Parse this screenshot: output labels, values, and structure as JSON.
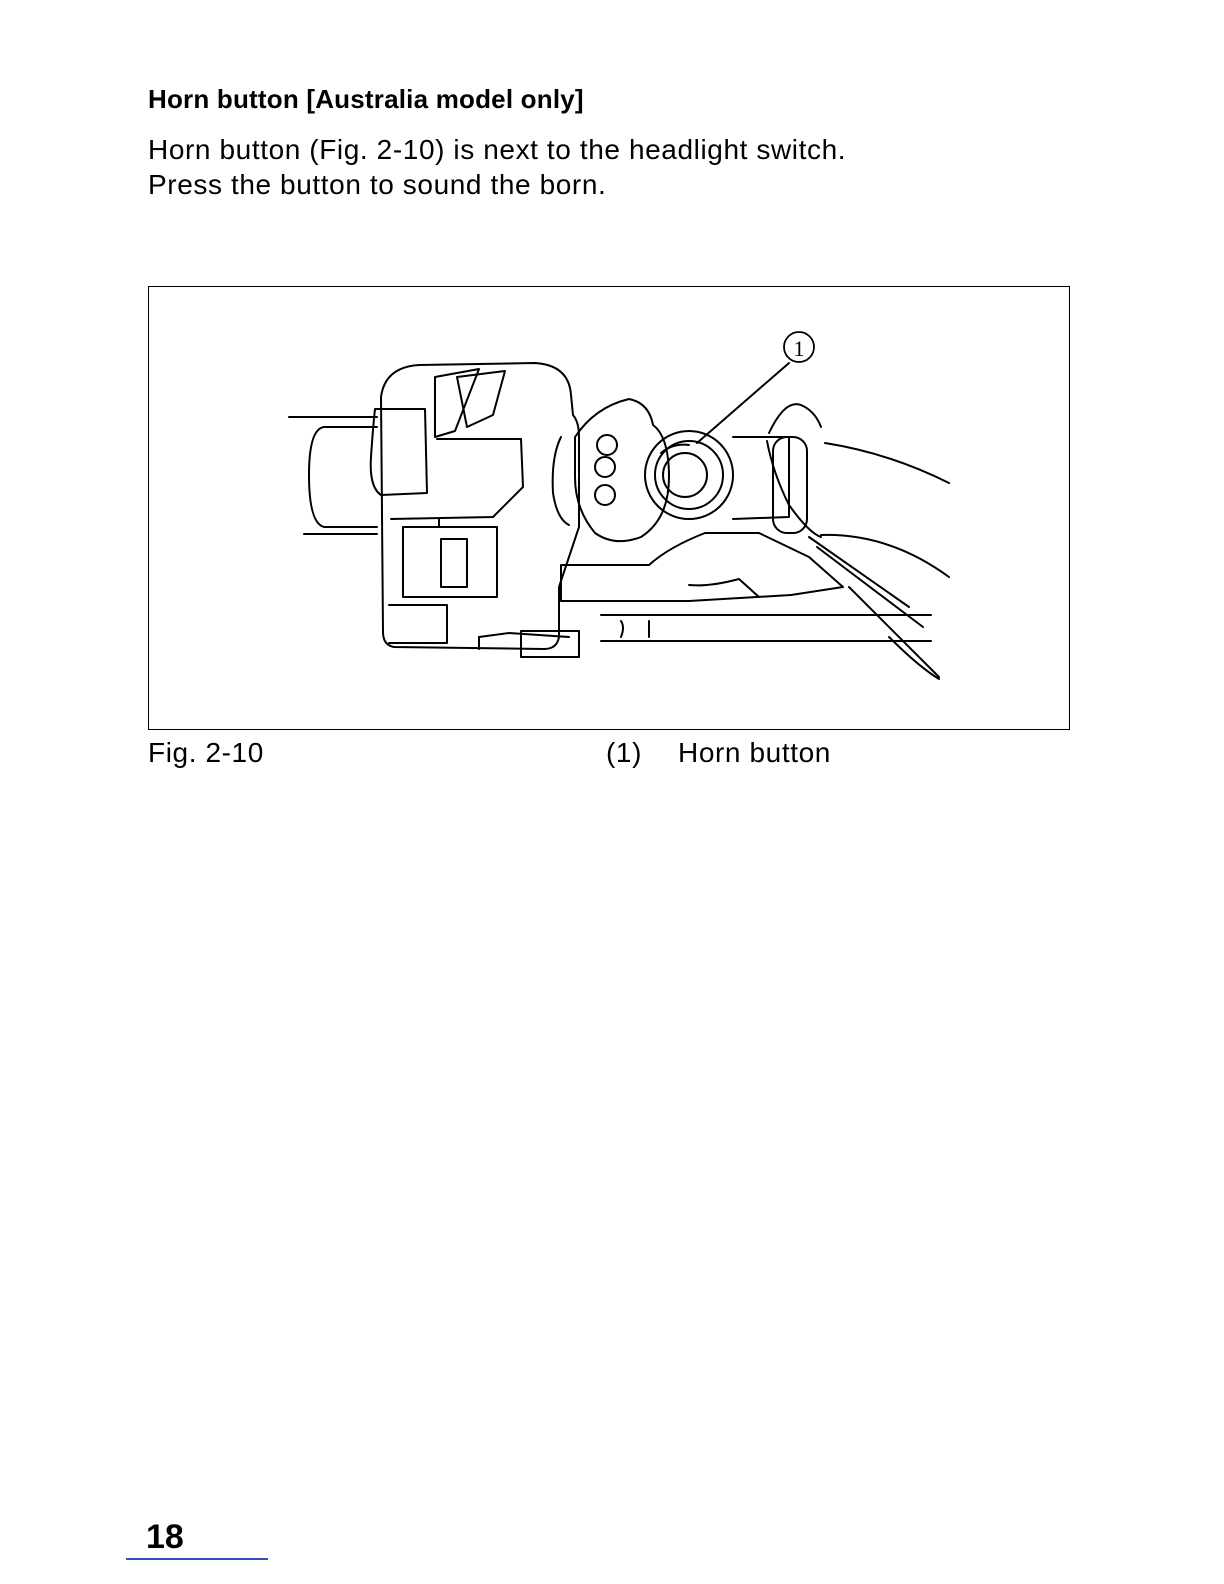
{
  "section": {
    "heading": "Horn button [Australia model only]",
    "paragraph_lines": [
      "Horn button (Fig. 2-10) is next to the headlight switch.",
      "Press the button to sound the born."
    ]
  },
  "figure": {
    "callout": "1",
    "caption": "Fig. 2-10",
    "legend": [
      {
        "number": "(1)",
        "label": "Horn button"
      }
    ]
  },
  "footer": {
    "page_number": "18"
  }
}
